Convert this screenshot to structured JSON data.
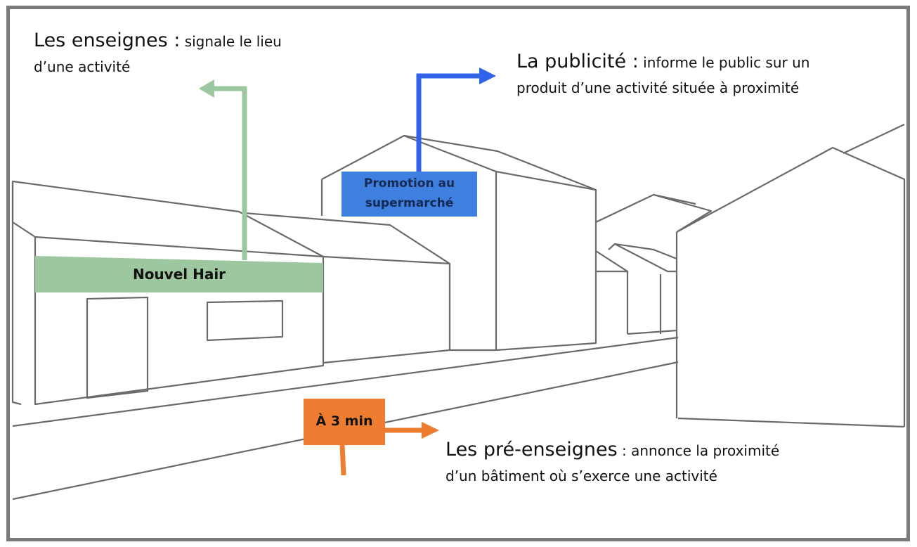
{
  "captions": {
    "enseignes": {
      "title": "Les enseignes :",
      "line1": "signale le lieu",
      "line2": "d’une activité"
    },
    "publicite": {
      "title": "La publicité :",
      "line1": "informe le public sur un",
      "line2": "produit d’une activité située à proximité"
    },
    "pre_enseignes": {
      "title": "Les pré-enseignes",
      "line1": ": annonce la proximité",
      "line2": "d’un bâtiment où s’exerce une activité"
    }
  },
  "signs": {
    "shop": "Nouvel Hair",
    "ad_line1": "Promotion au",
    "ad_line2": "supermarché",
    "pre": "À 3 min"
  },
  "colors": {
    "green": "#9dc89f",
    "blue": "#3f7fe0",
    "blue_arrow": "#2f63ea",
    "orange": "#ee7d31",
    "outline": "#6a6a6a",
    "frame": "#7a7a7a"
  }
}
